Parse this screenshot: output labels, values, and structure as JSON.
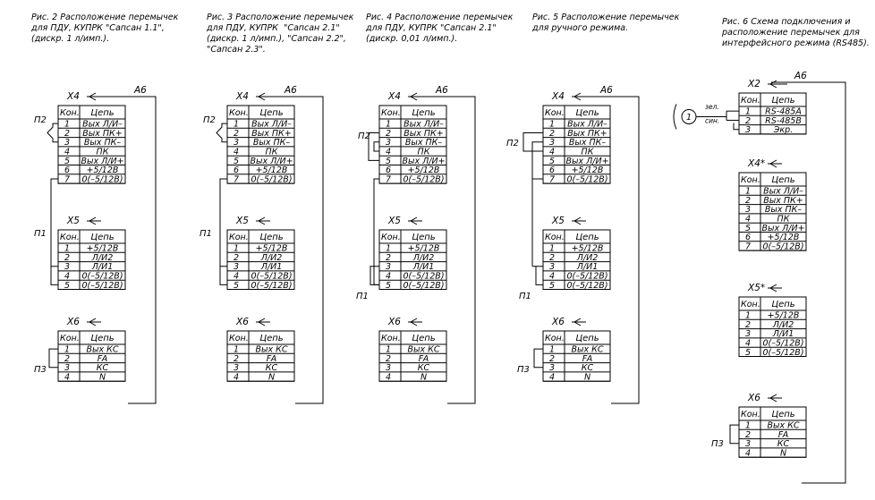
{
  "figures": [
    {
      "caption": [
        "Рис. 2 Расположение перемычек",
        "для ПДУ, КУПРК \"Сапсан 1.1\",",
        "(дискр. 1 л/имп.)."
      ],
      "bus_label": "А6",
      "blocks": [
        {
          "connector": "Х4",
          "col_kon": "Кон.",
          "col_chain": "Цепь",
          "rows": [
            [
              "1",
              "Вых Л/И–"
            ],
            [
              "2",
              "Вых ПК+"
            ],
            [
              "3",
              "Вых ПК–"
            ],
            [
              "4",
              "ПК"
            ],
            [
              "5",
              "Вых Л/И+"
            ],
            [
              "6",
              "+5/12В"
            ],
            [
              "7",
              "0(–5/12В)"
            ]
          ]
        },
        {
          "connector": "Х5",
          "col_kon": "Кон.",
          "col_chain": "Цепь",
          "rows": [
            [
              "1",
              "+5/12В"
            ],
            [
              "2",
              "Л/И2"
            ],
            [
              "3",
              "Л/И1"
            ],
            [
              "4",
              "0(–5/12В)"
            ],
            [
              "5",
              "0(–5/12В)"
            ]
          ]
        },
        {
          "connector": "Х6",
          "col_kon": "Кон.",
          "col_chain": "Цепь",
          "rows": [
            [
              "1",
              "Вых  КС"
            ],
            [
              "2",
              "FA"
            ],
            [
              "3",
              "КС"
            ],
            [
              "4",
              "N"
            ]
          ]
        }
      ],
      "jumpers": [
        "П2",
        "П1",
        "П3"
      ]
    },
    {
      "caption": [
        "Рис. 3 Расположение перемычек",
        "для ПДУ, КУПРК  \"Сапсан 2.1\"",
        "(дискр. 1 л/имп.), \"Сапсан 2.2\",",
        "\"Сапсан 2.3\"."
      ],
      "bus_label": "А6",
      "blocks": [
        {
          "connector": "Х4",
          "col_kon": "Кон.",
          "col_chain": "Цепь",
          "rows": [
            [
              "1",
              "Вых Л/И–"
            ],
            [
              "2",
              "Вых ПК+"
            ],
            [
              "3",
              "Вых ПК–"
            ],
            [
              "4",
              "ПК"
            ],
            [
              "5",
              "Вых Л/И+"
            ],
            [
              "6",
              "+5/12В"
            ],
            [
              "7",
              "0(–5/12В)"
            ]
          ]
        },
        {
          "connector": "Х5",
          "col_kon": "Кон.",
          "col_chain": "Цепь",
          "rows": [
            [
              "1",
              "+5/12В"
            ],
            [
              "2",
              "Л/И2"
            ],
            [
              "3",
              "Л/И1"
            ],
            [
              "4",
              "0(–5/12В)"
            ],
            [
              "5",
              "0(–5/12В)"
            ]
          ]
        },
        {
          "connector": "Х6",
          "col_kon": "Кон.",
          "col_chain": "Цепь",
          "rows": [
            [
              "1",
              "Вых  КС"
            ],
            [
              "2",
              "FA"
            ],
            [
              "3",
              "КС"
            ],
            [
              "4",
              "N"
            ]
          ]
        }
      ],
      "jumpers": [
        "П2",
        "П1"
      ]
    },
    {
      "caption": [
        "Рис. 4 Расположение перемычек",
        "для ПДУ, КУПРК \"Сапсан 2.1\"",
        "(дискр. 0,01 л/имп.)."
      ],
      "bus_label": "А6",
      "blocks": [
        {
          "connector": "Х4",
          "col_kon": "Кон.",
          "col_chain": "Цепь",
          "rows": [
            [
              "1",
              "Вых Л/И–"
            ],
            [
              "2",
              "Вых ПК+"
            ],
            [
              "3",
              "Вых ПК–"
            ],
            [
              "4",
              "ПК"
            ],
            [
              "5",
              "Вых Л/И+"
            ],
            [
              "6",
              "+5/12В"
            ],
            [
              "7",
              "0(–5/12В)"
            ]
          ]
        },
        {
          "connector": "Х5",
          "col_kon": "Кон.",
          "col_chain": "Цепь",
          "rows": [
            [
              "1",
              "+5/12В"
            ],
            [
              "2",
              "Л/И2"
            ],
            [
              "3",
              "Л/И1"
            ],
            [
              "4",
              "0(–5/12В)"
            ],
            [
              "5",
              "0(–5/12В)"
            ]
          ]
        },
        {
          "connector": "Х6",
          "col_kon": "Кон.",
          "col_chain": "Цепь",
          "rows": [
            [
              "1",
              "Вых  КС"
            ],
            [
              "2",
              "FA"
            ],
            [
              "3",
              "КС"
            ],
            [
              "4",
              "N"
            ]
          ]
        }
      ],
      "jumpers": [
        "П2",
        "П1"
      ]
    },
    {
      "caption": [
        "Рис. 5 Расположение перемычек",
        "для ручного режима."
      ],
      "bus_label": "А6",
      "blocks": [
        {
          "connector": "Х4",
          "col_kon": "Кон.",
          "col_chain": "Цепь",
          "rows": [
            [
              "1",
              "Вых Л/И–"
            ],
            [
              "2",
              "Вых ПК+"
            ],
            [
              "3",
              "Вых ПК–"
            ],
            [
              "4",
              "ПК"
            ],
            [
              "5",
              "Вых Л/И+"
            ],
            [
              "6",
              "+5/12В"
            ],
            [
              "7",
              "0(–5/12В)"
            ]
          ]
        },
        {
          "connector": "Х5",
          "col_kon": "Кон.",
          "col_chain": "Цепь",
          "rows": [
            [
              "1",
              "+5/12В"
            ],
            [
              "2",
              "Л/И2"
            ],
            [
              "3",
              "Л/И1"
            ],
            [
              "4",
              "0(–5/12В)"
            ],
            [
              "5",
              "0(–5/12В)"
            ]
          ]
        },
        {
          "connector": "Х6",
          "col_kon": "Кон.",
          "col_chain": "Цепь",
          "rows": [
            [
              "1",
              "Вых  КС"
            ],
            [
              "2",
              "FA"
            ],
            [
              "3",
              "КС"
            ],
            [
              "4",
              "N"
            ]
          ]
        }
      ],
      "jumpers": [
        "П2",
        "П1",
        "П3"
      ]
    },
    {
      "caption": [
        "Рис. 6 Схема подключения и",
        "расположение перемычек для",
        "интерфейсного режима (RS485)."
      ],
      "bus_label": "А6",
      "blocks": [
        {
          "connector": "Х2",
          "col_kon": "Кон.",
          "col_chain": "Цепь",
          "rows": [
            [
              "1",
              "RS-485A"
            ],
            [
              "2",
              "RS-485B"
            ],
            [
              "3",
              "Экр."
            ]
          ]
        },
        {
          "connector": "Х4*",
          "col_kon": "Кон.",
          "col_chain": "Цепь",
          "rows": [
            [
              "1",
              "Вых Л/И–"
            ],
            [
              "2",
              "Вых ПК+"
            ],
            [
              "3",
              "Вых ПК–"
            ],
            [
              "4",
              "ПК"
            ],
            [
              "5",
              "Вых Л/И+"
            ],
            [
              "6",
              "+5/12В"
            ],
            [
              "7",
              "0(–5/12В)"
            ]
          ]
        },
        {
          "connector": "Х5*",
          "col_kon": "Кон.",
          "col_chain": "Цепь",
          "rows": [
            [
              "1",
              "+5/12В"
            ],
            [
              "2",
              "Л/И2"
            ],
            [
              "3",
              "Л/И1"
            ],
            [
              "4",
              "0(–5/12В)"
            ],
            [
              "5",
              "0(–5/12В)"
            ]
          ]
        },
        {
          "connector": "Х6",
          "col_kon": "Кон.",
          "col_chain": "Цепь",
          "rows": [
            [
              "1",
              "Вых  КС"
            ],
            [
              "2",
              "FA"
            ],
            [
              "3",
              "КС"
            ],
            [
              "4",
              "N"
            ]
          ]
        }
      ],
      "jumpers": [
        "П3"
      ],
      "cable": {
        "marker": "1",
        "wire_green": "зел.",
        "wire_blue": "син."
      }
    }
  ]
}
